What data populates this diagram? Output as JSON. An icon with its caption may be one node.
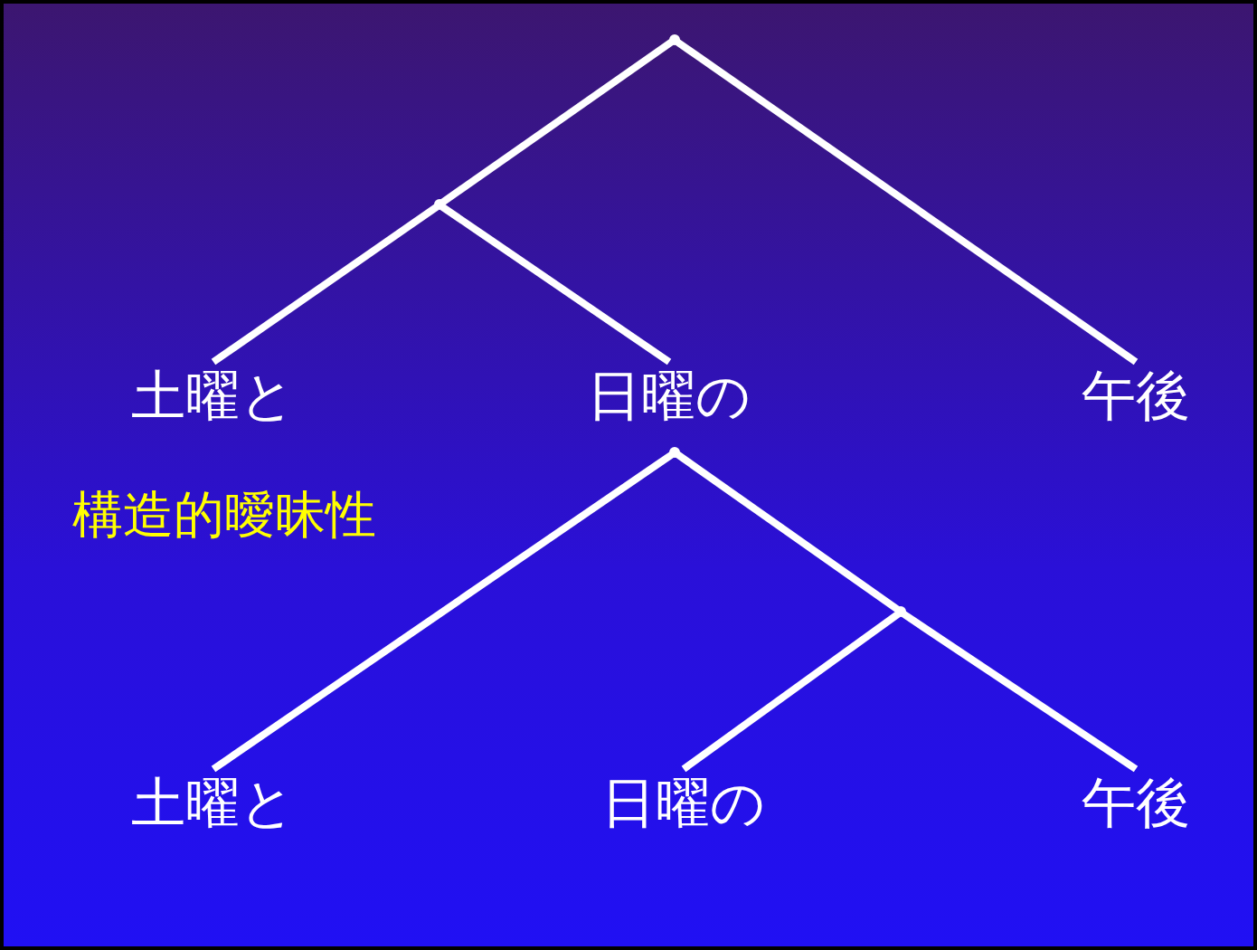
{
  "diagram": {
    "nodes": [
      {
        "text": [],
        "shape": "point"
      },
      {
        "text": [],
        "shape": "point"
      },
      {
        "text": [
          "土曜と"
        ]
      },
      {
        "text": [
          "日曜の"
        ]
      },
      {
        "text": [
          "午後"
        ]
      },
      {
        "text": [],
        "shape": "point"
      },
      {
        "text": [],
        "shape": "point"
      },
      {
        "text": [
          "土曜と"
        ]
      },
      {
        "text": [
          "日曜の"
        ]
      },
      {
        "text": [
          "午後"
        ]
      }
    ],
    "edges": [
      {
        "from": 0,
        "to": 1,
        "arrow": "none"
      },
      {
        "from": 0,
        "to": 4,
        "arrow": "none"
      },
      {
        "from": 1,
        "to": 2,
        "arrow": "none"
      },
      {
        "from": 1,
        "to": 3,
        "arrow": "none"
      },
      {
        "from": 5,
        "to": 7,
        "arrow": "none"
      },
      {
        "from": 5,
        "to": 6,
        "arrow": "none"
      },
      {
        "from": 6,
        "to": 8,
        "arrow": "none"
      },
      {
        "from": 6,
        "to": 9,
        "arrow": "none"
      }
    ],
    "labels": [
      "構造的曖昧性"
    ]
  }
}
